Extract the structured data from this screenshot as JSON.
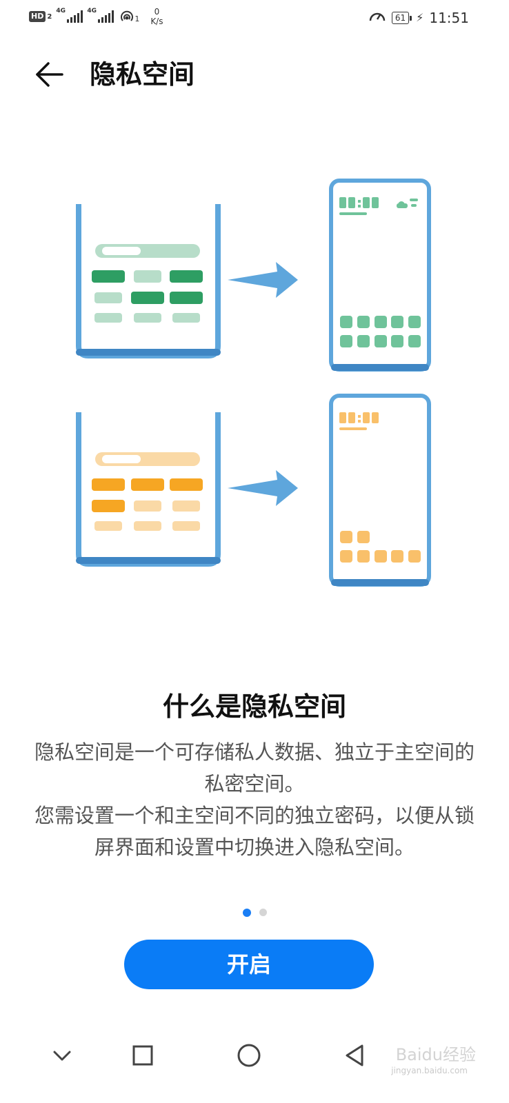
{
  "status_bar": {
    "hd_label": "HD",
    "hd_sim": "2",
    "net1": "4G",
    "net2": "4G",
    "hotspot_count": "1",
    "net_speed_value": "0",
    "net_speed_unit": "K/s",
    "battery": "61",
    "time": "11:51"
  },
  "header": {
    "title": "隐私空间"
  },
  "illustration": {
    "green_color": "#2e9e63",
    "green_light_color": "#b7ddc9",
    "orange_color": "#f6a623",
    "orange_light_color": "#fad9a6",
    "frame_color": "#5ea6dc"
  },
  "content": {
    "section_title": "什么是隐私空间",
    "paragraph1": "隐私空间是一个可存储私人数据、独立于主空间的私密空间。",
    "paragraph2": "您需设置一个和主空间不同的独立密码，以便从锁屏界面和设置中切换进入隐私空间。"
  },
  "pager": {
    "count": 2,
    "active_index": 0
  },
  "actions": {
    "primary_label": "开启"
  },
  "navbar": {
    "items": [
      "collapse",
      "recents",
      "home",
      "back"
    ]
  },
  "watermark": {
    "text": "Baidu经验",
    "sub": "jingyan.baidu.com"
  }
}
